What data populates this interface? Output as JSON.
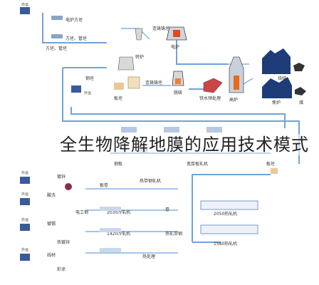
{
  "overlay_title": "全生物降解地膜的应用技术模式",
  "labels": {
    "waiyun": "外运",
    "dianlu_fangpi": "电炉方坯",
    "fangpi_guanpi": "方坯、管坯",
    "lianzhu_tiepi": "连铸铸坯",
    "gaolu": "电炉",
    "tuoliu": "脱硫",
    "tieshui_yuchuli": "铁水预处理",
    "gaolu2": "高炉",
    "shaojie": "烧结",
    "meitan": "煤",
    "jiaolu": "焦炉",
    "zhuanlu": "转炉",
    "lianzhu": "连铸铸坯",
    "ruhuo": "钢坯",
    "banpi": "板坯",
    "kuanhou_ban": "宽厚板轧机",
    "rezha_zhuanlu": "热带钢轧机",
    "fangpi": "方坯",
    "rezha_banzhuan": "热轧带钢",
    "gangban": "钢板",
    "juan": "卷",
    "xianguan": "线材",
    "banjuan": "板卷",
    "lengzha_2030": "2030冷轧机",
    "lengzha_1420": "1420冷轧机",
    "lengzha_1580": "1580热轧机",
    "lengzha_2050": "2050热轧机",
    "dianjie": "电工钢",
    "duxi": "镀锌",
    "duxi2": "镀锡",
    "reduxi": "热镀锌",
    "caitu": "彩涂",
    "suanxi": "酸洗",
    "rechuli": "热处理"
  }
}
